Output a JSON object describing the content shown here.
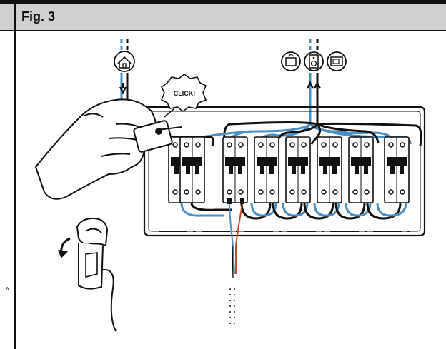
{
  "figure": {
    "title": "Fig. 3"
  },
  "callout": {
    "text": "CLICK!"
  },
  "icons": [
    {
      "name": "home-icon",
      "label": "home"
    },
    {
      "name": "tv-icon",
      "label": "television"
    },
    {
      "name": "speaker-icon",
      "label": "speaker"
    },
    {
      "name": "monitor-icon",
      "label": "monitor"
    }
  ],
  "colors": {
    "live_wire": "#4a8fc4",
    "neutral_wire": "#111111",
    "accent_wire": "#c0502d",
    "header_bg": "#d0d0d0"
  }
}
